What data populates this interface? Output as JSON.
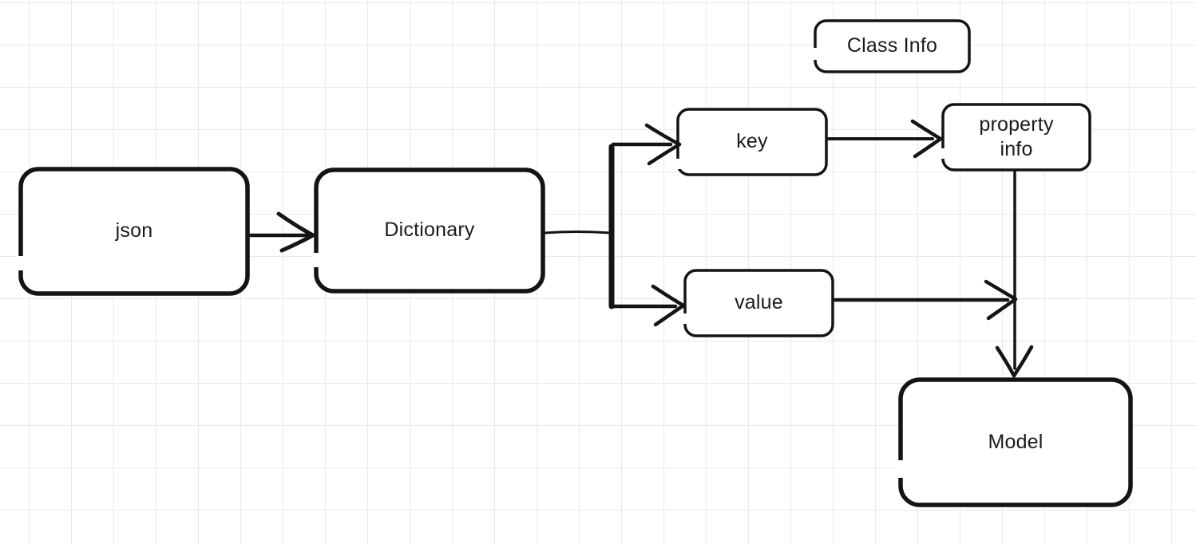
{
  "app": {
    "name": "whiteboard-diagram-canvas"
  },
  "canvas": {
    "background": "#ffffff",
    "grid_color": "#e9e9ed",
    "stroke_color": "#141414",
    "style": "hand-drawn"
  },
  "nodes": [
    {
      "id": "json",
      "label": "json"
    },
    {
      "id": "dictionary",
      "label": "Dictionary"
    },
    {
      "id": "class-info",
      "label": "Class Info"
    },
    {
      "id": "key",
      "label": "key"
    },
    {
      "id": "value",
      "label": "value"
    },
    {
      "id": "property-info",
      "label": "property info"
    },
    {
      "id": "model",
      "label": "Model"
    }
  ],
  "edges": [
    {
      "from": "json",
      "to": "Dictionary",
      "type": "arrow"
    },
    {
      "from": "Dictionary",
      "to": "key",
      "type": "arrow",
      "via": "branch-bar"
    },
    {
      "from": "Dictionary",
      "to": "value",
      "type": "arrow",
      "via": "branch-bar"
    },
    {
      "from": "key",
      "to": "property info",
      "type": "arrow"
    },
    {
      "from": "property info",
      "to": "Model",
      "type": "arrow"
    },
    {
      "from": "value",
      "to": "property info → Model connector",
      "type": "arrow"
    }
  ]
}
